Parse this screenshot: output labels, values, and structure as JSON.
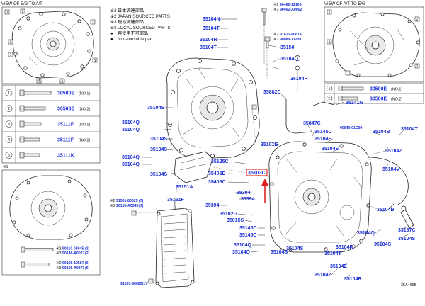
{
  "views": {
    "left_title": "VIEW OF E/G TO A/T",
    "right_title": "VIEW OF A/T TO E/G",
    "note_mark": "※1"
  },
  "legend": [
    {
      "mark": "※2",
      "text": "日本調達部品"
    },
    {
      "mark": "※2",
      "text": "JAPAN SOURCED PARTS"
    },
    {
      "mark": "※3",
      "text": "現地調達部品"
    },
    {
      "mark": "※3",
      "text": "LOCAL SOURCED PARTS"
    },
    {
      "mark": "●",
      "text": "再使用不可部品"
    },
    {
      "mark": "●",
      "text": "Non-reusable part"
    }
  ],
  "bolt_table": [
    {
      "num": "1",
      "part": "30500E",
      "note": "(NO.1)"
    },
    {
      "num": "2",
      "part": "30500E",
      "note": "(NO.2)"
    },
    {
      "num": "3",
      "part": "35111F",
      "note": "(NO.1)"
    },
    {
      "num": "4",
      "part": "35111F",
      "note": "(NO.2)"
    },
    {
      "num": "5",
      "part": "35111K",
      "note": ""
    }
  ],
  "right_table": [
    {
      "num": "1",
      "part": "30500E",
      "note": "(NO.1)"
    },
    {
      "num": "2",
      "part": "30500E",
      "note": "(NO.2)"
    }
  ],
  "lower_left_parts": [
    {
      "mark": "※2",
      "part": "90110-08045",
      "qty": "(2)"
    },
    {
      "mark": "※3",
      "part": "90148-A0027",
      "qty": "(2)"
    },
    {
      "mark": "※2",
      "part": "90105-10587",
      "qty": "(6)"
    },
    {
      "mark": "※3",
      "part": "90105-A0373",
      "qty": "(6)"
    }
  ],
  "pan_bolts": [
    {
      "mark": "※2",
      "part": "91551-80625",
      "qty": "(7)"
    },
    {
      "mark": "※3",
      "part": "90105-A0345",
      "qty": "(7)"
    }
  ],
  "bottom_bolt": "91551-80625(1)",
  "top_bolts": [
    {
      "mark": "※2",
      "part": "90462-12105"
    },
    {
      "mark": "※3",
      "part": "90462-A0002"
    }
  ],
  "side_bolts": [
    {
      "mark": "※2",
      "part": "91621-40614"
    },
    {
      "mark": "※3",
      "part": "90080-11209"
    }
  ],
  "small_parts": [
    {
      "part": "90949-01C99"
    }
  ],
  "callouts": [
    {
      "id": "c-35104n-a",
      "text": "35104N"
    },
    {
      "id": "c-35104t-a",
      "text": "35104T"
    },
    {
      "id": "c-35104r-a",
      "text": "35104R"
    },
    {
      "id": "c-35104t-b",
      "text": "35104T"
    },
    {
      "id": "c-35150",
      "text": "35150"
    },
    {
      "id": "c-35104q-a",
      "text": "35104Q"
    },
    {
      "id": "c-35104r-b",
      "text": "35104R"
    },
    {
      "id": "c-35882c",
      "text": "35882C"
    },
    {
      "id": "c-35104s-a",
      "text": "35104S"
    },
    {
      "id": "c-35104q-b",
      "text": "35104Q"
    },
    {
      "id": "c-35104q-c",
      "text": "35104Q"
    },
    {
      "id": "c-35104s-b",
      "text": "35104S"
    },
    {
      "id": "c-35104s-c",
      "text": "35104S"
    },
    {
      "id": "c-35104q-d",
      "text": "35104Q"
    },
    {
      "id": "c-35104q-e",
      "text": "35104Q"
    },
    {
      "id": "c-35104s-d",
      "text": "35104S"
    },
    {
      "id": "c-35151a",
      "text": "35151A"
    },
    {
      "id": "c-35125c",
      "text": "35125C"
    },
    {
      "id": "c-35405d",
      "text": "35405D"
    },
    {
      "id": "c-35405c",
      "text": "35405C"
    },
    {
      "id": "c-35101e",
      "text": "35101E"
    },
    {
      "id": "c-35103c",
      "text": "35103C"
    },
    {
      "id": "c-35847c",
      "text": "35847C"
    },
    {
      "id": "c-35145c",
      "text": "35145C"
    },
    {
      "id": "c-35104e",
      "text": "35104E"
    },
    {
      "id": "c-35104s-e",
      "text": "35104S"
    },
    {
      "id": "c-35141g",
      "text": "35141G"
    },
    {
      "id": "c-35104b-a",
      "text": "35104B"
    },
    {
      "id": "c-35104t-c",
      "text": "35104T"
    },
    {
      "id": "c-35104z-a",
      "text": "35104Z"
    },
    {
      "id": "c-35104v",
      "text": "35104V"
    },
    {
      "id": "c-35394-a",
      "text": "35394"
    },
    {
      "id": "c-35394-b",
      "text": "35394"
    },
    {
      "id": "c-35394-c",
      "text": "35394"
    },
    {
      "id": "c-35102g",
      "text": "35102G"
    },
    {
      "id": "c-35015s",
      "text": "35015S"
    },
    {
      "id": "c-35145c-b",
      "text": "35145C"
    },
    {
      "id": "c-35145c-c",
      "text": "35145C"
    },
    {
      "id": "c-35104q-f",
      "text": "35104Q"
    },
    {
      "id": "c-35104q-g",
      "text": "35104Q"
    },
    {
      "id": "c-35104s-f",
      "text": "35104S"
    },
    {
      "id": "c-35104s-g",
      "text": "35104S"
    },
    {
      "id": "c-35104b-b",
      "text": "35104B"
    },
    {
      "id": "c-35104q-h",
      "text": "35104Q"
    },
    {
      "id": "c-35104r-c",
      "text": "35104R"
    },
    {
      "id": "c-35104s-h",
      "text": "35104S"
    },
    {
      "id": "c-33197c",
      "text": "33197C"
    },
    {
      "id": "c-35104s-i",
      "text": "35104S"
    },
    {
      "id": "c-35104t-d",
      "text": "35104T"
    },
    {
      "id": "c-35104z-b",
      "text": "35104Z"
    },
    {
      "id": "c-35104z-c",
      "text": "35104Z"
    },
    {
      "id": "c-35104r-d",
      "text": "35104R"
    },
    {
      "id": "c-35151f",
      "text": "35151F"
    }
  ],
  "illustration_code": "35A466B",
  "highlight_color": "#e02020",
  "label_color": "#1b2fd6"
}
